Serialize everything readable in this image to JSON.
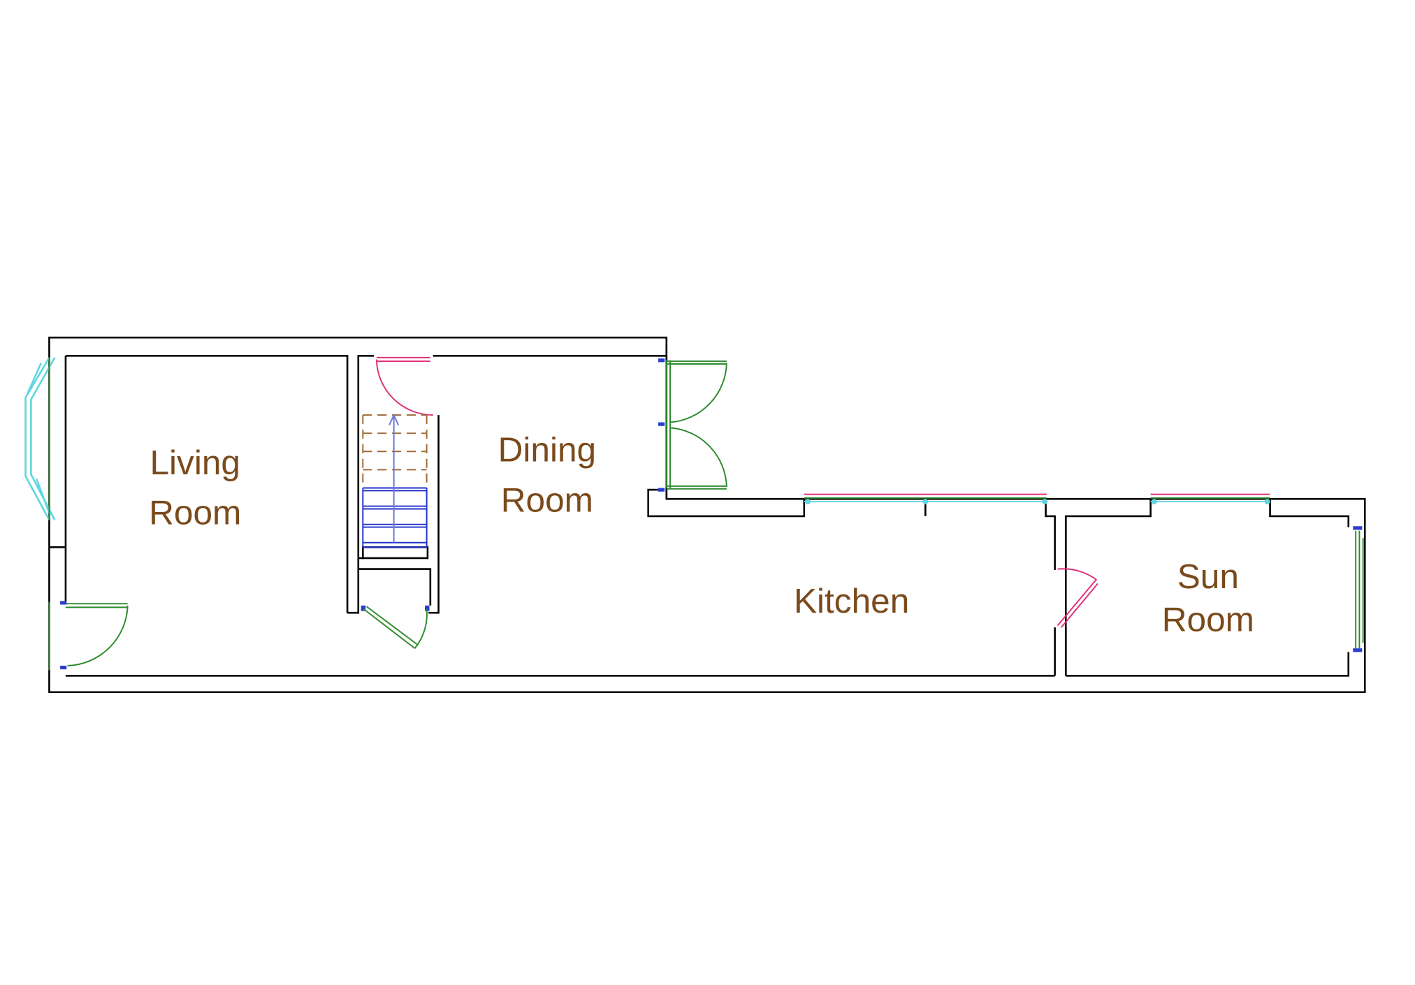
{
  "rooms": {
    "living": {
      "line1": "Living",
      "line2": "Room"
    },
    "dining": {
      "line1": "Dining",
      "line2": "Room"
    },
    "kitchen": {
      "line1": "Kitchen"
    },
    "sun": {
      "line1": "Sun",
      "line2": "Room"
    }
  },
  "colors": {
    "wall": "#000000",
    "label": "#7a4a1c",
    "door": "#2e8b2e",
    "internal_door": "#e0307a",
    "window": "#5fd6e0",
    "stair": "#2233cc",
    "stair_upper": "#a06a35",
    "jamb": "#2a3fd0"
  }
}
